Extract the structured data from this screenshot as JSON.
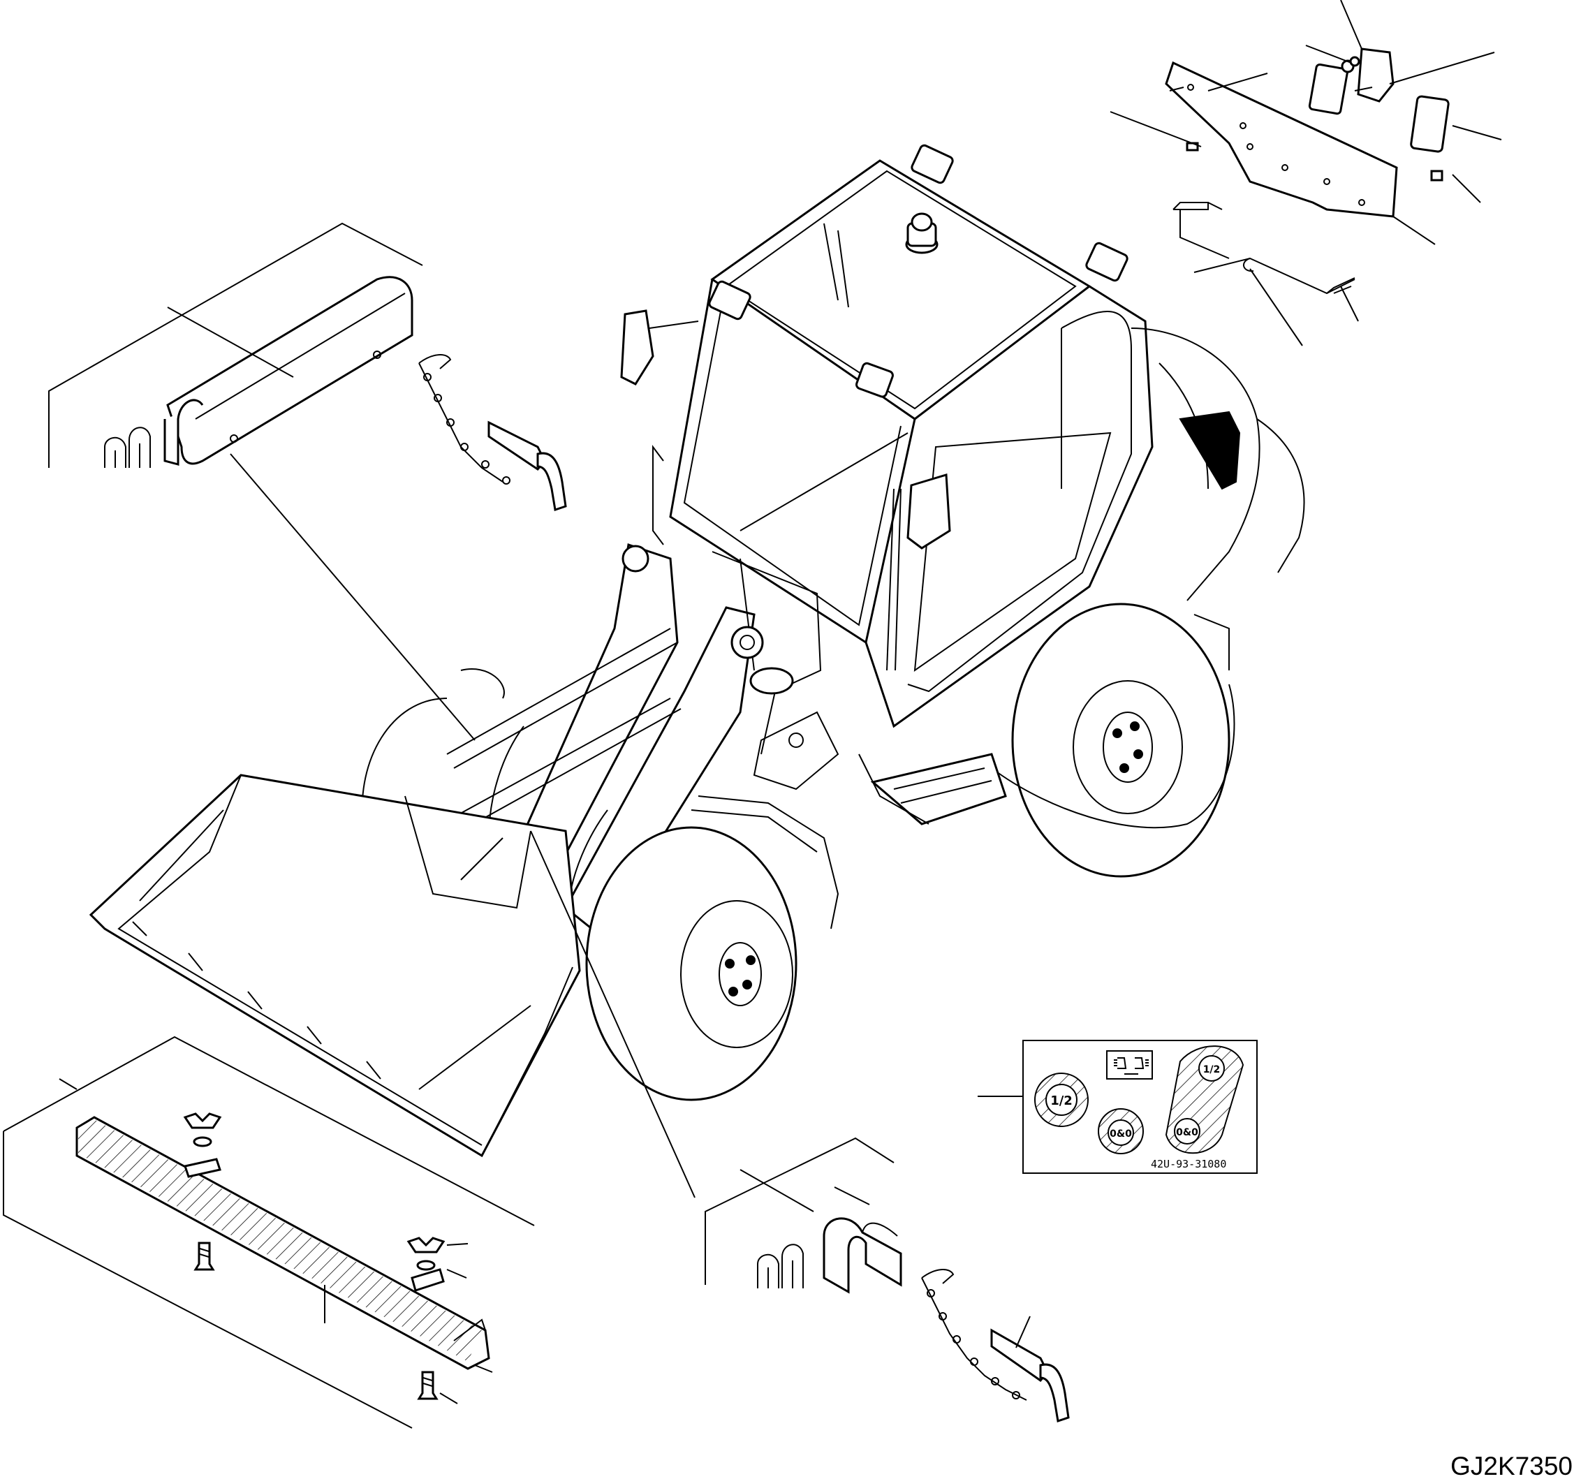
{
  "figure": {
    "reference_code": "GJ2K7350",
    "decal_part_code": "42U-93-31080",
    "decal_symbol_labels": [
      "1/2",
      "1/2",
      "0&0",
      "0&0"
    ]
  },
  "icons": [
    "wheel-loader-drawing",
    "bucket-edge-guard",
    "hinge-pin-guard",
    "rear-light-kit",
    "warning-beacon",
    "sticker-decal",
    "wing-nut",
    "bolt",
    "pin-chain"
  ]
}
